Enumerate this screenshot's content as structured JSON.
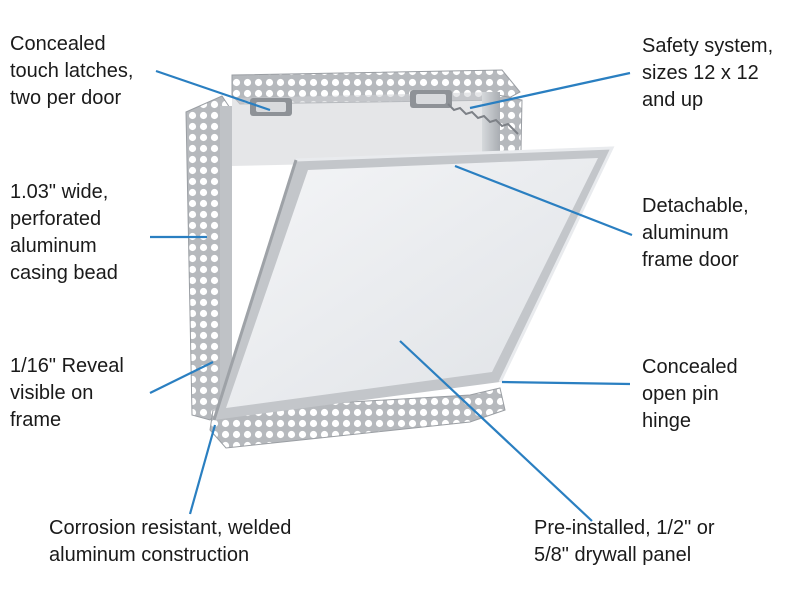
{
  "callouts": {
    "latches": [
      "Concealed",
      "touch latches,",
      "two per door"
    ],
    "casing": [
      "1.03\" wide,",
      "perforated",
      "aluminum",
      "casing bead"
    ],
    "reveal": [
      "1/16\" Reveal",
      "visible on",
      "frame"
    ],
    "corrosion": [
      "Corrosion resistant, welded",
      "aluminum construction"
    ],
    "safety": [
      "Safety system,",
      "sizes 12 x 12",
      "and up"
    ],
    "door": [
      "Detachable,",
      "aluminum",
      "frame door"
    ],
    "hinge": [
      "Concealed",
      "open pin",
      "hinge"
    ],
    "panel": [
      "Pre-installed, 1/2\" or",
      "5/8\" drywall panel"
    ]
  },
  "colors": {
    "leader": "#2a7fc1",
    "text": "#1a1a1a",
    "metal": "#b9bcc0",
    "metal_dark": "#8c9096",
    "panel": "#eef0f2",
    "panel_frame": "#c9ccd0"
  },
  "icons": [
    "access-door-illustration"
  ]
}
